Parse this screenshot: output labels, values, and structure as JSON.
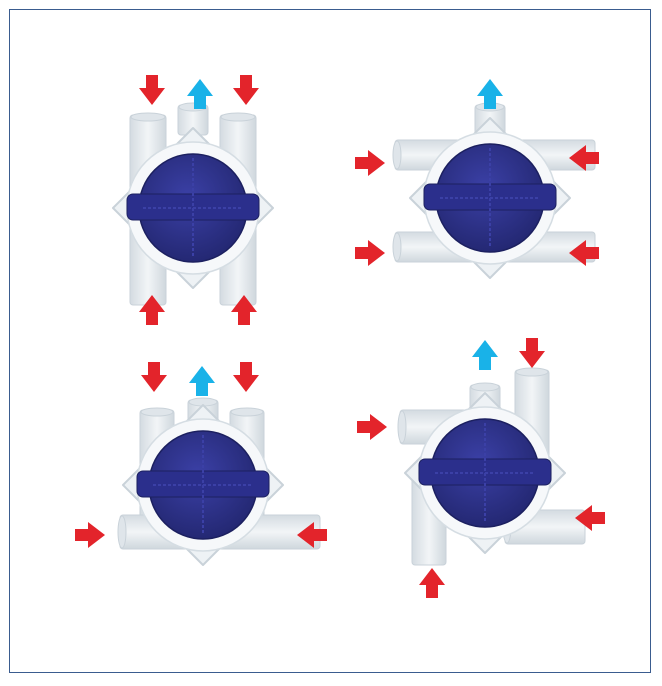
{
  "colors": {
    "frame": "#3a5c8f",
    "inflow_arrow": "#e3242b",
    "outflow_arrow": "#19b2e8",
    "housing": "#e6ecf0",
    "housing_shadow": "#c9d2d9",
    "lid": "#2b2f8c",
    "lid_highlight": "#3b40a6"
  },
  "configurations": [
    {
      "id": "A",
      "inflow_arrows": 4,
      "outflow_arrows": 1,
      "inlets": [
        "top-left",
        "top-right",
        "bottom-left",
        "bottom-right"
      ],
      "outlet": "top-center"
    },
    {
      "id": "B",
      "inflow_arrows": 4,
      "outflow_arrows": 1,
      "inlets": [
        "left-upper",
        "left-lower",
        "right-upper",
        "right-lower"
      ],
      "outlet": "top-center"
    },
    {
      "id": "C",
      "inflow_arrows": 4,
      "outflow_arrows": 1,
      "inlets": [
        "top-left",
        "top-right",
        "left-lower",
        "right-lower"
      ],
      "outlet": "top-center"
    },
    {
      "id": "D",
      "inflow_arrows": 4,
      "outflow_arrows": 1,
      "inlets": [
        "top-right",
        "left-upper",
        "right-lower",
        "bottom-left"
      ],
      "outlet": "top-center"
    }
  ],
  "icons": {
    "inflow": "red-arrow-icon",
    "outflow": "blue-arrow-icon",
    "unit": "ventilation-manifold-icon"
  }
}
